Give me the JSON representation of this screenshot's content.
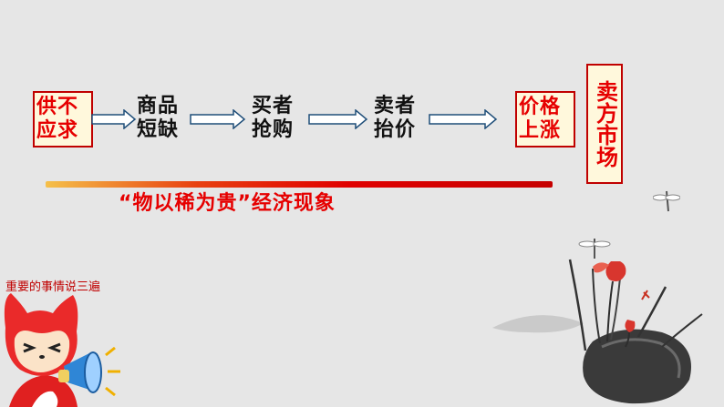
{
  "chain": {
    "cause": "供不应求",
    "step1": "商品短缺",
    "step2": "买者抢购",
    "step3": "卖者抬价",
    "result": "价格上涨",
    "market": "卖方市场"
  },
  "caption": {
    "quoted": "“物以稀为贵”",
    "rest": "经济现象"
  },
  "mascot_note": "重要的事情说三遍",
  "colors": {
    "accent": "#e60000",
    "box_fill": "#fff8dc",
    "background": "#e6e6e6"
  },
  "icons": [
    "arrow-right-icon",
    "mascot-fox-megaphone",
    "ink-lotus-painting",
    "dragonfly-icon"
  ]
}
